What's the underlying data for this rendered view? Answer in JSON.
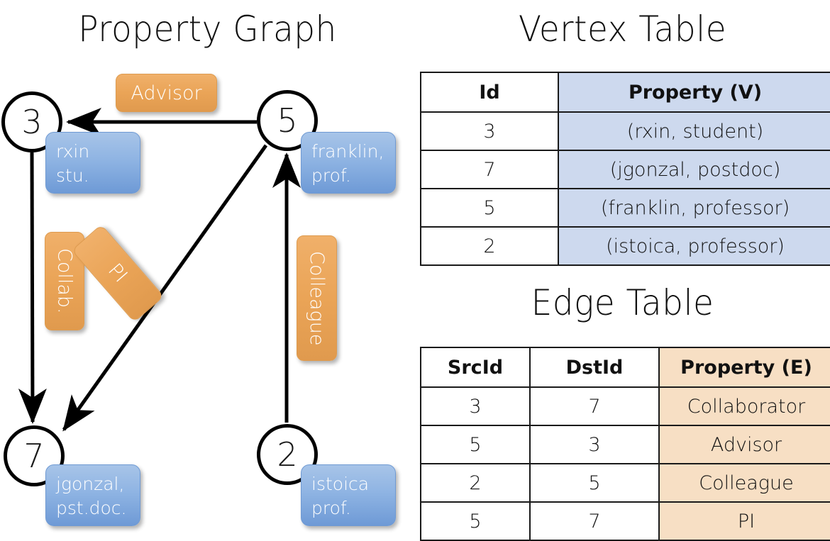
{
  "titles": {
    "property_graph": "Property Graph",
    "vertex_table": "Vertex Table",
    "edge_table": "Edge Table"
  },
  "graph": {
    "nodes": [
      {
        "id": "3",
        "label": "3",
        "property_line1": "rxin",
        "property_line2": "stu."
      },
      {
        "id": "5",
        "label": "5",
        "property_line1": "franklin,",
        "property_line2": "prof."
      },
      {
        "id": "7",
        "label": "7",
        "property_line1": "jgonzal,",
        "property_line2": "pst.doc."
      },
      {
        "id": "2",
        "label": "2",
        "property_line1": "istoica",
        "property_line2": "prof."
      }
    ],
    "edge_labels": {
      "advisor": "Advisor",
      "collab": "Collab.",
      "pi": "PI",
      "colleague": "Colleague"
    },
    "edges": [
      {
        "src": "5",
        "dst": "3",
        "label": "Advisor"
      },
      {
        "src": "3",
        "dst": "7",
        "label": "Collab."
      },
      {
        "src": "5",
        "dst": "7",
        "label": "PI"
      },
      {
        "src": "2",
        "dst": "5",
        "label": "Colleague"
      }
    ]
  },
  "vertex_table": {
    "headers": [
      "Id",
      "Property (V)"
    ],
    "rows": [
      {
        "id": "3",
        "property": "(rxin, student)"
      },
      {
        "id": "7",
        "property": "(jgonzal, postdoc)"
      },
      {
        "id": "5",
        "property": "(franklin, professor)"
      },
      {
        "id": "2",
        "property": "(istoica, professor)"
      }
    ]
  },
  "edge_table": {
    "headers": [
      "SrcId",
      "DstId",
      "Property (E)"
    ],
    "rows": [
      {
        "src": "3",
        "dst": "7",
        "property": "Collaborator"
      },
      {
        "src": "5",
        "dst": "3",
        "property": "Advisor"
      },
      {
        "src": "2",
        "dst": "5",
        "property": "Colleague"
      },
      {
        "src": "5",
        "dst": "7",
        "property": "PI"
      }
    ]
  },
  "colors": {
    "vertex_property_fill": "#cdd9ee",
    "edge_property_fill": "#f7dfc4",
    "node_property_box": "#8fb4e3",
    "edge_label_box": "#eaa457",
    "stroke": "#000000"
  }
}
